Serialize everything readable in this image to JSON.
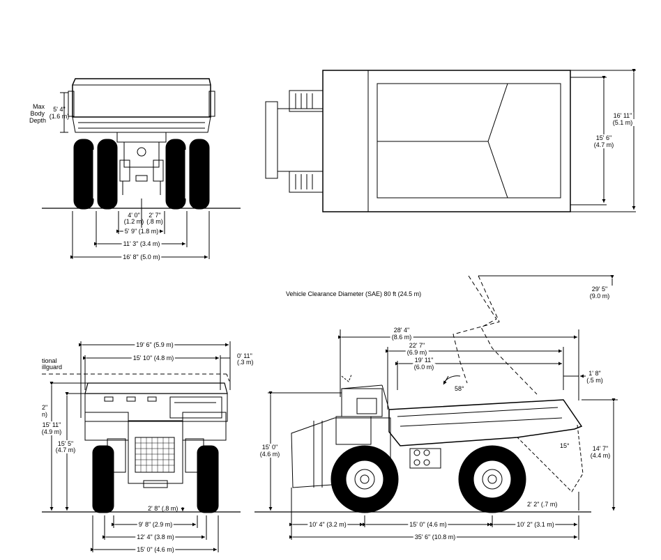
{
  "rear_view": {
    "max_body_depth_label": "Max\nBody\nDepth",
    "max_body_depth_ft": "5' 4\"",
    "max_body_depth_m": "(1.6 m)",
    "dim_a_ft": "4' 0\"",
    "dim_a_m": "(1.2 m)",
    "dim_b_ft": "2' 7\"",
    "dim_b_m": "(.8 m)",
    "dim_c": "5' 9\" (1.8 m)",
    "dim_d": "11' 3\" (3.4 m)",
    "dim_e": "16' 8\" (5.0 m)"
  },
  "top_view": {
    "outer_width_ft": "16' 11\"",
    "outer_width_m": "(5.1 m)",
    "inner_width_ft": "15' 6\"",
    "inner_width_m": "(4.7 m)"
  },
  "clearance": {
    "diameter": "Vehicle Clearance Diameter (SAE) 80 ft (24.5 m)",
    "raised_height_ft": "29' 5\"",
    "raised_height_m": "(9.0 m)"
  },
  "front_view": {
    "overall_width": "19' 6\" (5.9 m)",
    "guard_width": "15' 10\" (4.8 m)",
    "guard_offset_ft": "0' 11\"",
    "guard_offset_m": "(.3 m)",
    "optional_label_1": "tional",
    "optional_label_2": "illguard",
    "left_clipped_ft": "2\"",
    "left_clipped_m": "n)",
    "height_a_ft": "15' 11\"",
    "height_a_m": "(4.9 m)",
    "height_b_ft": "15' 5\"",
    "height_b_m": "(4.7 m)",
    "ground_clearance": "2' 8\" (.8 m)",
    "tread_a": "9' 8\" (2.9 m)",
    "tread_b": "12' 4\" (3.8 m)",
    "overall_tire_width": "15' 0\" (4.6 m)"
  },
  "side_view": {
    "overall_length_top_ft": "28' 4\"",
    "overall_length_top_m": "(8.6 m)",
    "body_length_ft": "22' 7\"",
    "body_length_m": "(6.9 m)",
    "inner_length_ft": "19' 11\"",
    "inner_length_m": "(6.0 m)",
    "rear_overhang_ft": "1' 8\"",
    "rear_overhang_m": "(.5 m)",
    "dump_angle": "58°",
    "loading_height_ft": "15' 0\"",
    "loading_height_m": "(4.6 m)",
    "overall_height_ft": "14' 7\"",
    "overall_height_m": "(4.4 m)",
    "tail_angle": "15°",
    "tail_clearance": "2' 2\" (.7 m)",
    "front_overhang": "10' 4\" (3.2 m)",
    "wheelbase": "15' 0\" (4.6 m)",
    "rear_length": "10' 2\" (3.1 m)",
    "overall_length": "35' 6\" (10.8 m)"
  }
}
